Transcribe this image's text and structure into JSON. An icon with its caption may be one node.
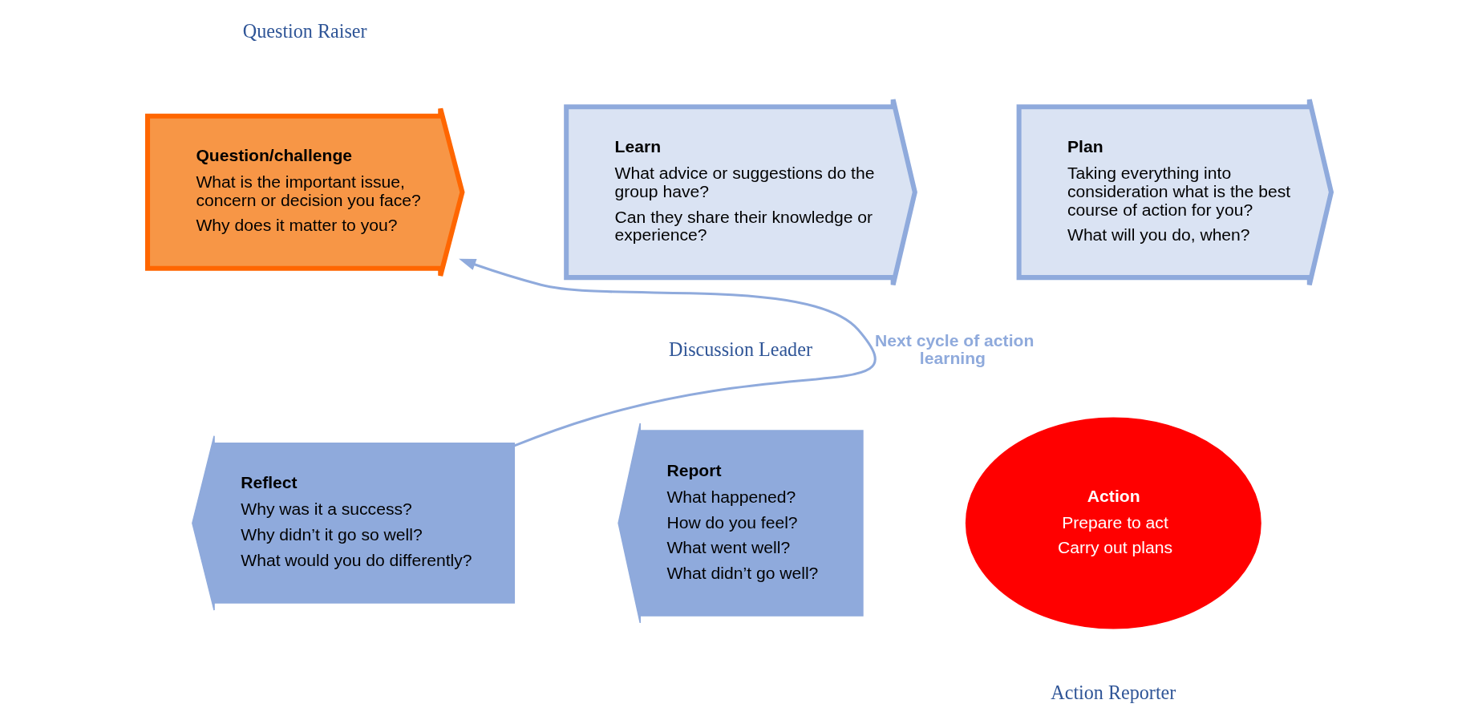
{
  "diagram": {
    "nodes": [
      {
        "text": [
          "Question/challenge",
          "What is the important issue, concern or decision you face?",
          "Why does it matter to you?"
        ]
      },
      {
        "text": [
          "Learn",
          "What advice or suggestions do the group have?",
          "Can they share their knowledge or experience?"
        ]
      },
      {
        "text": [
          "Plan",
          "Taking everything into consideration what is the best course of action for you?",
          "What will you do, when?"
        ]
      },
      {
        "text": [
          "Action",
          "Prepare to act",
          "Carry out plans"
        ]
      },
      {
        "text": [
          "Report",
          "What happened?",
          "How do you feel?",
          "What went well?",
          "What didn’t go well?"
        ]
      },
      {
        "text": [
          "Reflect",
          "Why was it a success?",
          "Why didn’t it go so well?",
          "What would you do differently?"
        ]
      }
    ],
    "edges": [
      {
        "from": 5,
        "to": 0,
        "arrow": "to",
        "label": "Next cycle of action learning",
        "color": "#8faadc"
      }
    ],
    "labels": [
      "Question Raiser",
      "Discussion Leader",
      "Action Reporter"
    ]
  }
}
